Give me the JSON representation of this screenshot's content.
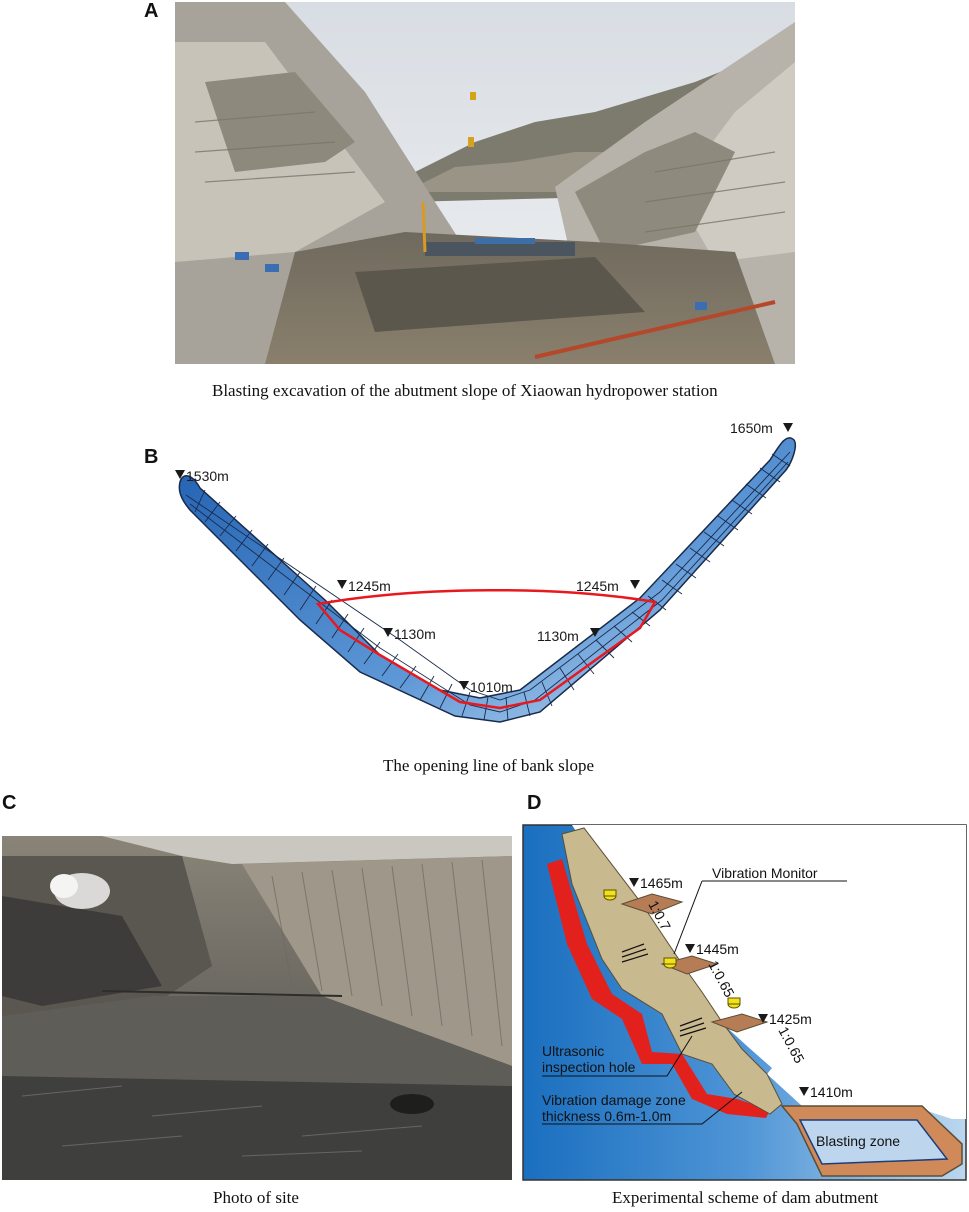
{
  "panel_a": {
    "letter": "A",
    "caption": "Blasting excavation of the abutment slope of Xiaowan hydropower station"
  },
  "panel_b": {
    "letter": "B",
    "caption": "The opening line of bank slope",
    "elevations": {
      "left_top": "1530m",
      "right_top": "1650m",
      "left_1245": "1245m",
      "right_1245": "1245m",
      "left_1130": "1130m",
      "right_1130": "1130m",
      "bottom": "1010m"
    }
  },
  "panel_c": {
    "letter": "C",
    "caption": "Photo of site"
  },
  "panel_d": {
    "letter": "D",
    "caption": "Experimental scheme of dam abutment",
    "elevations": [
      "1465m",
      "1445m",
      "1425m",
      "1410m"
    ],
    "slopes": [
      "1:0.7",
      "1:0.65",
      "1:0.65"
    ],
    "labels": {
      "vibration_monitor": "Vibration Monitor",
      "ultrasonic_1": "Ultrasonic",
      "ultrasonic_2": "inspection hole",
      "damage_1": "Vibration damage zone",
      "damage_2": "thickness 0.6m-1.0m",
      "blasting_zone": "Blasting zone"
    }
  }
}
